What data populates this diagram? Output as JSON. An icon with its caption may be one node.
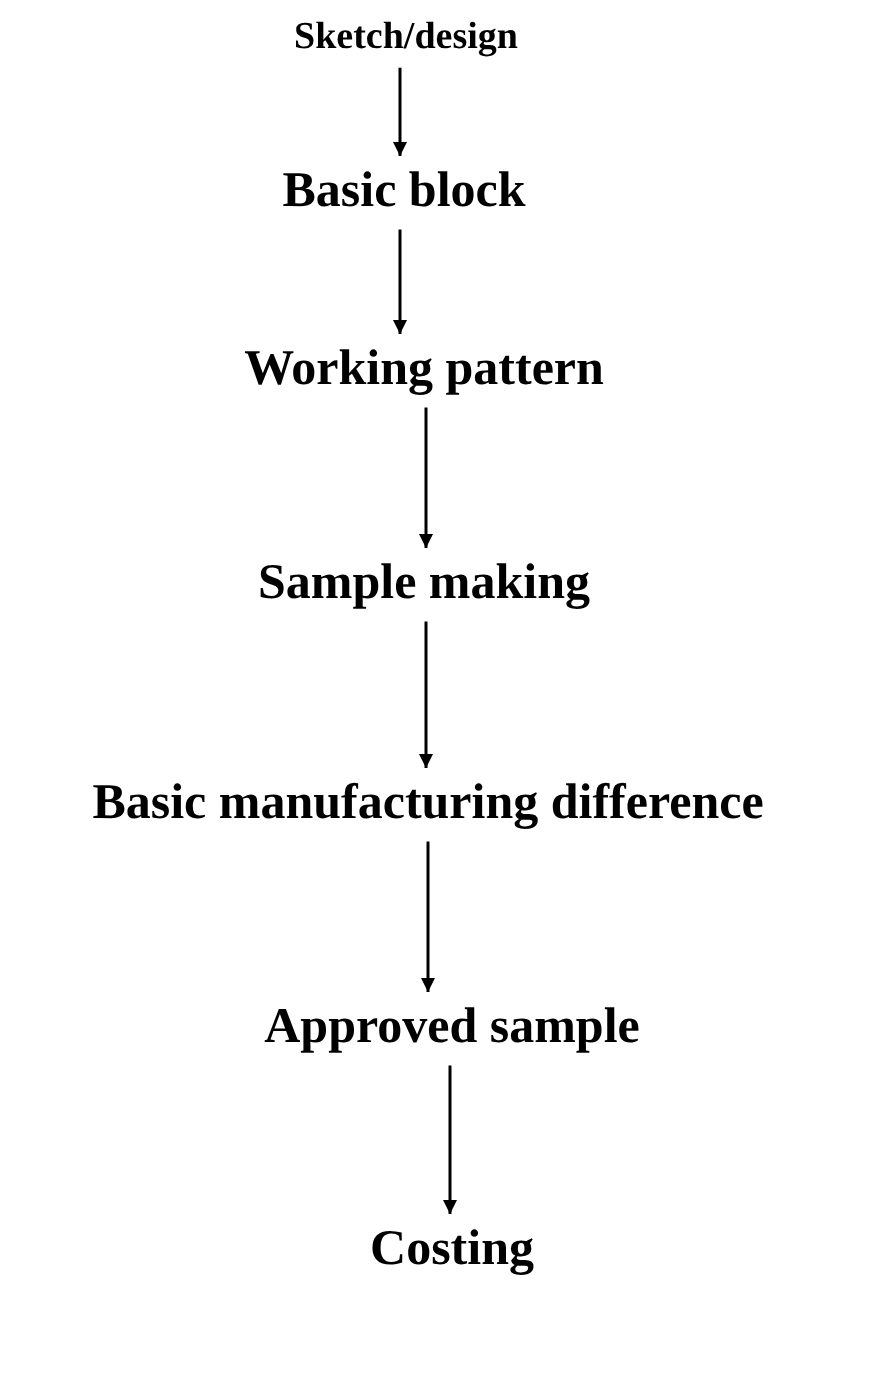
{
  "diagram": {
    "nodes": [
      {
        "text": [
          "Sketch/design"
        ]
      },
      {
        "text": [
          "Basic block"
        ]
      },
      {
        "text": [
          "Working pattern"
        ]
      },
      {
        "text": [
          "Sample making"
        ]
      },
      {
        "text": [
          "Basic manufacturing difference"
        ]
      },
      {
        "text": [
          "Approved sample"
        ]
      },
      {
        "text": [
          "Costing"
        ]
      }
    ],
    "edges": [
      {
        "from": 0,
        "to": 1,
        "arrow": "to"
      },
      {
        "from": 1,
        "to": 2,
        "arrow": "to"
      },
      {
        "from": 2,
        "to": 3,
        "arrow": "to"
      },
      {
        "from": 3,
        "to": 4,
        "arrow": "to"
      },
      {
        "from": 4,
        "to": 5,
        "arrow": "to"
      },
      {
        "from": 5,
        "to": 6,
        "arrow": "to"
      }
    ]
  }
}
